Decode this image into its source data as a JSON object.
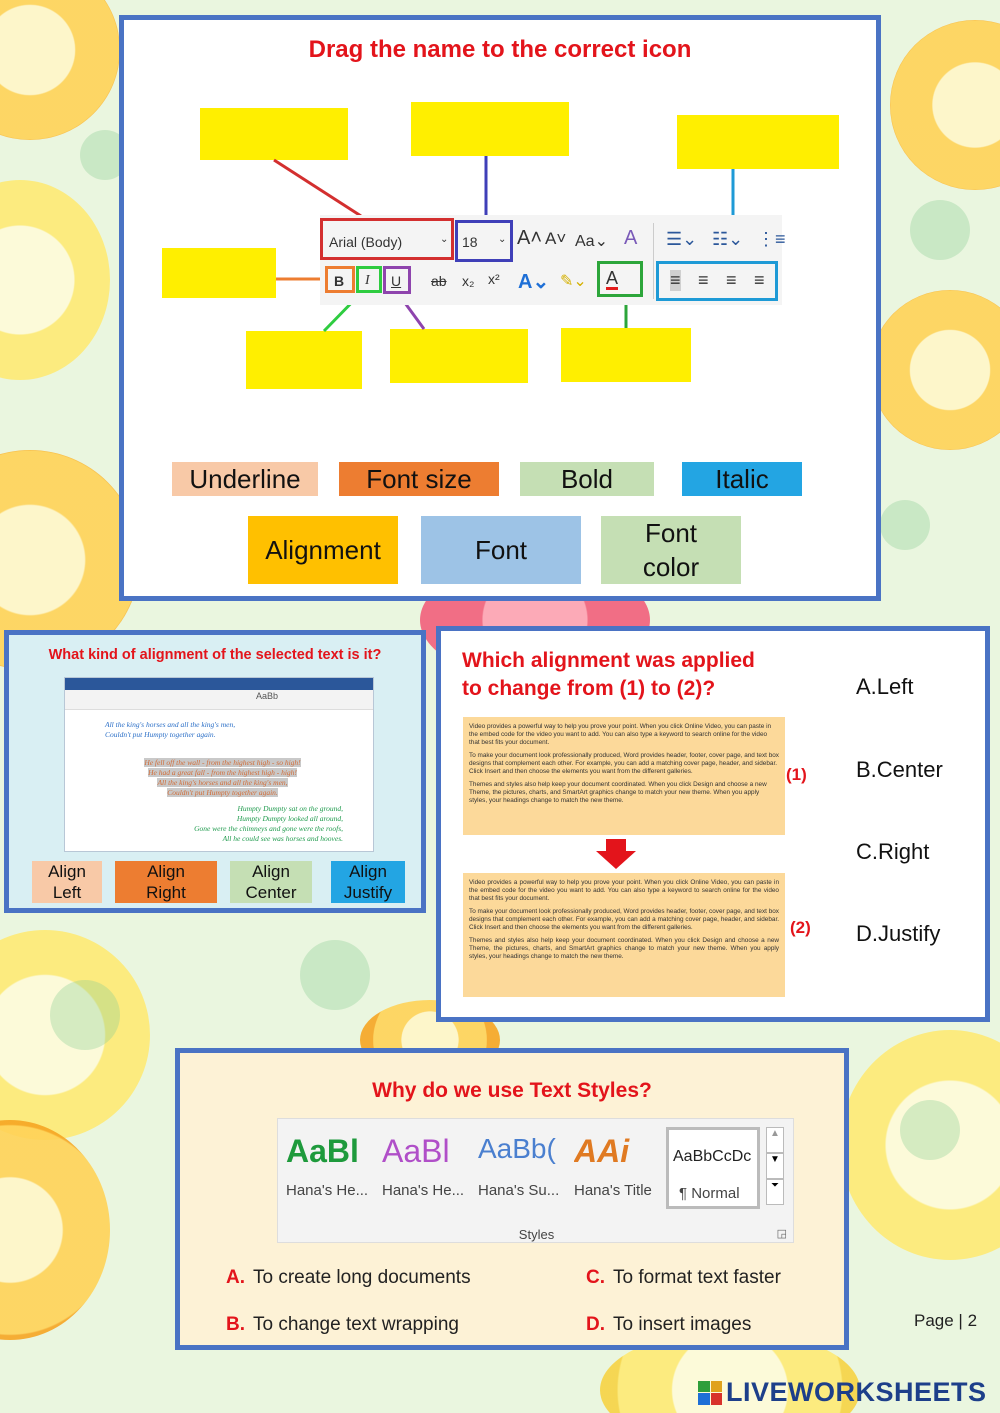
{
  "panel1": {
    "title": "Drag the name to the correct icon",
    "ribbon": {
      "font_name": "Arial (Body)",
      "font_size": "18",
      "bold_glyph": "B",
      "italic_glyph": "I",
      "underline_glyph": "U"
    },
    "labels": [
      {
        "text": "Underline",
        "color": "#f8c9a7"
      },
      {
        "text": "Font size",
        "color": "#ed7d31"
      },
      {
        "text": "Bold",
        "color": "#c5dfb4"
      },
      {
        "text": "Italic",
        "color": "#23a5e3"
      },
      {
        "text": "Alignment",
        "color": "#ffc000"
      },
      {
        "text": "Font",
        "color": "#9dc3e6"
      },
      {
        "text": "Font color",
        "color": "#c5dfb4"
      }
    ]
  },
  "panel2": {
    "title": "What kind of alignment of the selected text is it?",
    "doc_heading": "AaBb",
    "poem_left": [
      "All the king's horses and all the king's men,",
      "Couldn't put Humpty together again."
    ],
    "poem_center": [
      "He fell off the wall - from the highest high - so high!",
      "He had a great fall - from the highest high - high!",
      "All the king's horses and all the king's men,",
      "Couldn't put Humpty together again."
    ],
    "poem_right": [
      "Humpty Dumpty sat on the ground,",
      "Humpty Dumpty looked all around,",
      "Gone were the chimneys and gone were the roofs,",
      "All he could see was horses and hooves."
    ],
    "options": [
      {
        "line1": "Align",
        "line2": "Left",
        "color": "#f8c9a7"
      },
      {
        "line1": "Align",
        "line2": "Right",
        "color": "#ed7d31"
      },
      {
        "line1": "Align",
        "line2": "Center",
        "color": "#c5dfb4"
      },
      {
        "line1": "Align",
        "line2": "Justify",
        "color": "#23a5e3"
      }
    ]
  },
  "panel3": {
    "title_line1": "Which alignment was applied",
    "title_line2": "to change from (1) to (2)?",
    "tag1": "(1)",
    "tag2": "(2)",
    "paragraphs": [
      "Video provides a powerful way to help you prove your point. When you click Online Video, you can paste in the embed code for the video you want to add. You can also type a keyword to search online for the video that best fits your document.",
      "To make your document look professionally produced, Word provides header, footer, cover page, and text box designs that complement each other. For example, you can add a matching cover page, header, and sidebar. Click Insert and then choose the elements you want from the different galleries.",
      "Themes and styles also help keep your document coordinated. When you click Design and choose a new Theme, the pictures, charts, and SmartArt graphics change to match your new theme. When you apply styles, your headings change to match the new theme."
    ],
    "choices": [
      "A.Left",
      "B.Center",
      "C.Right",
      "D.Justify"
    ]
  },
  "panel4": {
    "title": "Why do we use Text Styles?",
    "styles": [
      {
        "preview": "AaBl",
        "name": "Hana's He...",
        "color": "#1e9a3c"
      },
      {
        "preview": "AaBl",
        "name": "Hana's He...",
        "color": "#b04fc8"
      },
      {
        "preview": "AaBb(",
        "name": "Hana's Su...",
        "color": "#4a7fcf"
      },
      {
        "preview": "AAi",
        "name": "Hana's Title",
        "color": "#e07a22"
      },
      {
        "preview": "AaBbCcDc",
        "name": "¶ Normal",
        "color": "#222222"
      }
    ],
    "gallery_label": "Styles",
    "answers": [
      {
        "letter": "A.",
        "text": "To create long documents"
      },
      {
        "letter": "B.",
        "text": "To change text wrapping"
      },
      {
        "letter": "C.",
        "text": "To format text faster"
      },
      {
        "letter": "D.",
        "text": "To insert images"
      }
    ]
  },
  "footer": {
    "page": "Page | 2",
    "brand": "LIVEWORKSHEETS"
  }
}
